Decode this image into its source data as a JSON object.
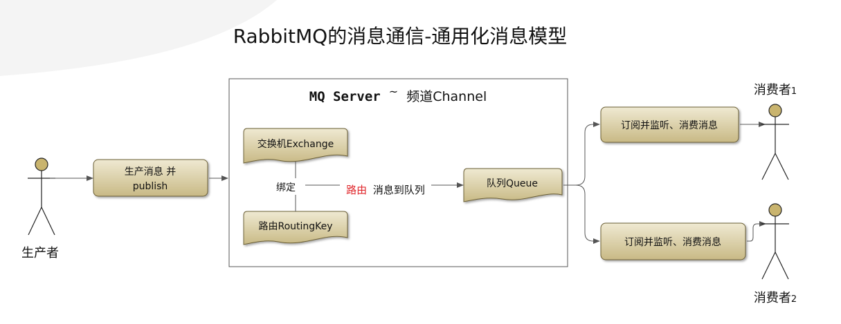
{
  "title": "RabbitMQ的消息通信-通用化消息模型",
  "server": {
    "label_mono": "MQ Server",
    "label_tilde": "~",
    "label_cn": "频道Channel"
  },
  "producer": {
    "label": "生产者"
  },
  "publish_box": {
    "line1": "生产消息 并",
    "line2": "publish"
  },
  "exchange": {
    "label": "交换机Exchange"
  },
  "routing_key": {
    "label": "路由RoutingKey"
  },
  "bind_label": "绑定",
  "route_to_queue": {
    "highlight": "路由",
    "rest": "消息到队列"
  },
  "queue": {
    "label": "队列Queue"
  },
  "subscribers": [
    {
      "label": "订阅并监听、消费消息"
    },
    {
      "label": "订阅并监听、消费消息"
    }
  ],
  "consumers": [
    {
      "label": "消费者",
      "index": "1"
    },
    {
      "label": "消费者",
      "index": "2"
    }
  ],
  "colors": {
    "box_fill_top": "#eee6cd",
    "box_fill_bottom": "#cbbc8c",
    "actor_head": "#c9b46e",
    "highlight_red": "#e0262b",
    "line": "#555555",
    "bg_shape": "#f3f3f3"
  }
}
